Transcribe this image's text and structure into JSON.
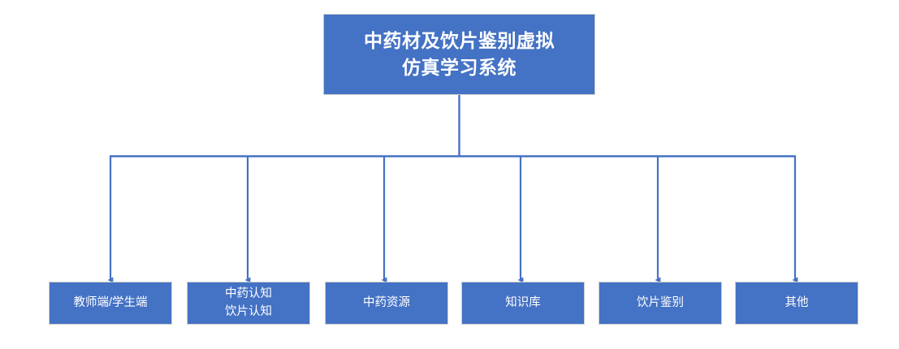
{
  "diagram": {
    "type": "hierarchy-tree",
    "orientation": "top-down",
    "colors": {
      "node_fill": "#4472C4",
      "node_border": "#D0CECE",
      "node_text": "#FFFFFF",
      "connector": "#4472C4",
      "background": "#FFFFFF"
    },
    "root": {
      "label": "中药材及饮片鉴别虚拟\n仿真学习系统",
      "line1": "中药材及饮片鉴别虚拟",
      "line2": "仿真学习系统"
    },
    "children": [
      {
        "label": "教师端/学生端"
      },
      {
        "label": "中药认知\n饮片认知"
      },
      {
        "label": "中药资源"
      },
      {
        "label": "知识库"
      },
      {
        "label": "饮片鉴别"
      },
      {
        "label": "其他"
      }
    ]
  }
}
